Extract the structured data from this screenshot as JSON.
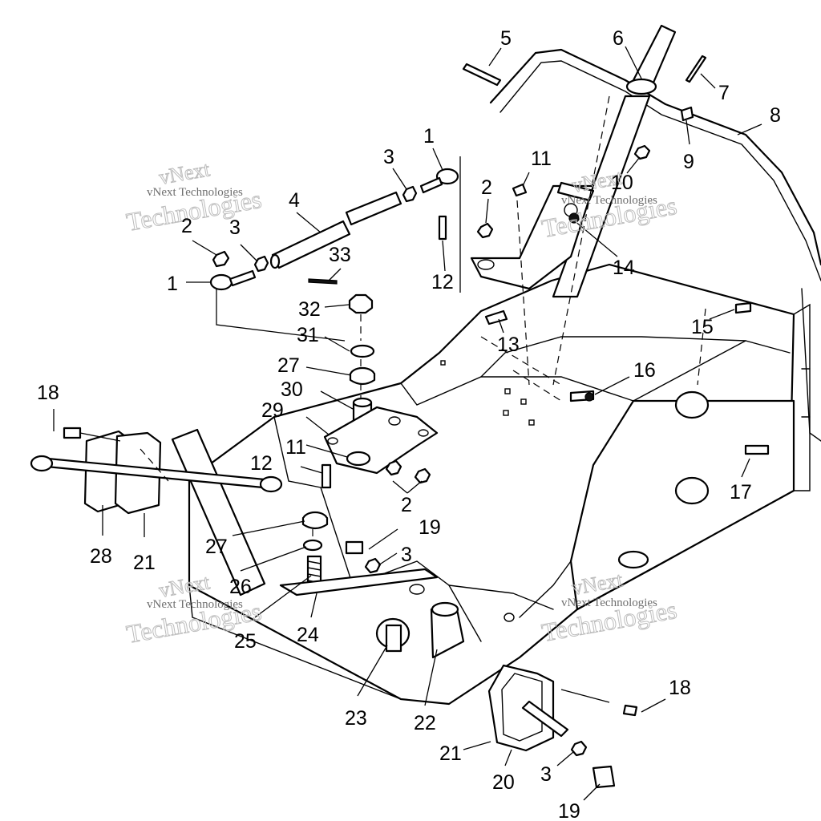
{
  "watermark": {
    "line1": "vNext",
    "line2": "vNext Technologies",
    "line3": "Technologies"
  },
  "callouts": [
    {
      "id": "c5",
      "text": "5"
    },
    {
      "id": "c6",
      "text": "6"
    },
    {
      "id": "c7",
      "text": "7"
    },
    {
      "id": "c8",
      "text": "8"
    },
    {
      "id": "c9",
      "text": "9"
    },
    {
      "id": "c10",
      "text": "10"
    },
    {
      "id": "c11a",
      "text": "11"
    },
    {
      "id": "c2a",
      "text": "2"
    },
    {
      "id": "c14",
      "text": "14"
    },
    {
      "id": "c1a",
      "text": "1"
    },
    {
      "id": "c3a",
      "text": "3"
    },
    {
      "id": "c4",
      "text": "4"
    },
    {
      "id": "c2b",
      "text": "2"
    },
    {
      "id": "c3b",
      "text": "3"
    },
    {
      "id": "c33",
      "text": "33"
    },
    {
      "id": "c1b",
      "text": "1"
    },
    {
      "id": "c12a",
      "text": "12"
    },
    {
      "id": "c32",
      "text": "32"
    },
    {
      "id": "c13",
      "text": "13"
    },
    {
      "id": "c15",
      "text": "15"
    },
    {
      "id": "c31",
      "text": "31"
    },
    {
      "id": "c27a",
      "text": "27"
    },
    {
      "id": "c16",
      "text": "16"
    },
    {
      "id": "c18a",
      "text": "18"
    },
    {
      "id": "c30",
      "text": "30"
    },
    {
      "id": "c29",
      "text": "29"
    },
    {
      "id": "c11b",
      "text": "11"
    },
    {
      "id": "c12b",
      "text": "12"
    },
    {
      "id": "c17",
      "text": "17"
    },
    {
      "id": "c2c",
      "text": "2"
    },
    {
      "id": "c19a",
      "text": "19"
    },
    {
      "id": "c27b",
      "text": "27"
    },
    {
      "id": "c3c",
      "text": "3"
    },
    {
      "id": "c28",
      "text": "28"
    },
    {
      "id": "c21a",
      "text": "21"
    },
    {
      "id": "c26",
      "text": "26"
    },
    {
      "id": "c25",
      "text": "25"
    },
    {
      "id": "c24",
      "text": "24"
    },
    {
      "id": "c23",
      "text": "23"
    },
    {
      "id": "c22",
      "text": "22"
    },
    {
      "id": "c18b",
      "text": "18"
    },
    {
      "id": "c21b",
      "text": "21"
    },
    {
      "id": "c20",
      "text": "20"
    },
    {
      "id": "c3d",
      "text": "3"
    },
    {
      "id": "c19b",
      "text": "19"
    }
  ]
}
